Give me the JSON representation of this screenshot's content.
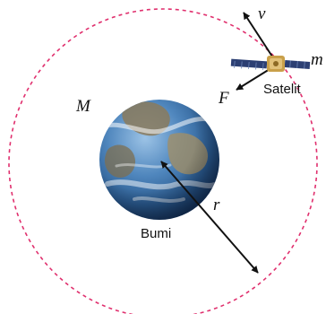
{
  "labels": {
    "velocity": "v",
    "satellite_mass": "m",
    "force": "F",
    "satellite": "Satelit",
    "earth_mass": "M",
    "radius": "r",
    "earth": "Bumi"
  },
  "colors": {
    "orbit": "#e0306e",
    "arrow": "#111111",
    "ocean": "#2f6aa8",
    "land": "#8a7a5c",
    "panel": "#2c3f73",
    "satellite_body": "#c9a04a"
  },
  "icons": {
    "earth": "earth-globe-icon",
    "satellite": "satellite-icon"
  }
}
